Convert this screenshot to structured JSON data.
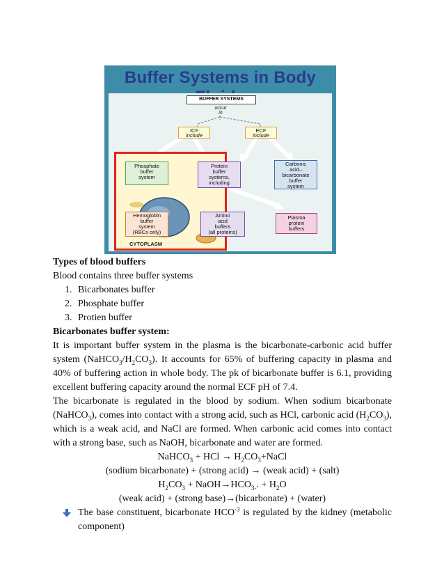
{
  "figure": {
    "title": "Buffer Systems in Body Fluids",
    "top_box": "BUFFER SYSTEMS",
    "occur": "occur",
    "in": "in",
    "icf": "ICF",
    "ecf": "ECF",
    "include_left": "include",
    "include_right": "include",
    "phosphate_lines": [
      "Phosphate",
      "buffer",
      "system"
    ],
    "protein_lines": [
      "Protein",
      "buffer",
      "systems,",
      "including"
    ],
    "carbonic_lines": [
      "Carbonic",
      "acid–",
      "bicarbonate",
      "buffer",
      "system"
    ],
    "hemoglobin_lines": [
      "Hemoglobin",
      "buffer",
      "system",
      "(RBCs only)"
    ],
    "amino_lines": [
      "Amino",
      "acid",
      "buffers",
      "(all proteins)"
    ],
    "plasma_lines": [
      "Plasma",
      "protein",
      "buffers"
    ],
    "cytoplasm": "CYTOPLASM"
  },
  "doc": {
    "heading1": "Types of blood buffers",
    "intro": "Blood contains three buffer systems",
    "list": [
      {
        "num": "1.",
        "text": "Bicarbonates buffer"
      },
      {
        "num": "2.",
        "text": "Phosphate buffer"
      },
      {
        "num": "3.",
        "text": "Protien buffer"
      }
    ],
    "heading2": "Bicarbonates buffer system:",
    "para1_a": "It is important buffer system in the plasma is the bicarbonate-carbonic acid buffer system (NaHCO",
    "para1_b": "/H",
    "para1_c": "CO",
    "para1_d": "). It accounts for 65% of buffering capacity in plasma and 40% of buffering action in whole body. The pk of bicarbonate buffer is 6.1, providing excellent buffering capacity around the normal ECF pH of 7.4.",
    "para2_a": "The bicarbonate is regulated in the blood by sodium. When sodium bicarbonate (NaHCO",
    "para2_b": "), comes into contact with a strong acid, such as HCl, carbonic acid (H",
    "para2_c": "CO",
    "para2_d": "), which is a weak acid, and NaCl are formed. When carbonic acid comes into contact with a strong base, such as NaOH, bicarbonate and water are formed.",
    "sub3": "3",
    "sub2": "2",
    "eq1_a": "NaHCO",
    "eq1_b": " + HCl →  H",
    "eq1_c": "CO",
    "eq1_d": "+NaCl",
    "eq1_words": "(sodium bicarbonate) + (strong acid) → (weak acid) + (salt)",
    "eq2_a": "H",
    "eq2_b": "CO",
    "eq2_c": " + NaOH→HCO",
    "eq2_d": ". + H",
    "eq2_e": "O",
    "eq2_sub3dash": "3-",
    "eq2_words": "(weak acid) + (strong base)→(bicarbonate) + (water)",
    "bullet_a": "The base constituent, bicarbonate HCO",
    "bullet_sup": "-3",
    "bullet_b": " is regulated by the kidney (metabolic component)",
    "bullet_icon": "arrow-down-icon"
  }
}
